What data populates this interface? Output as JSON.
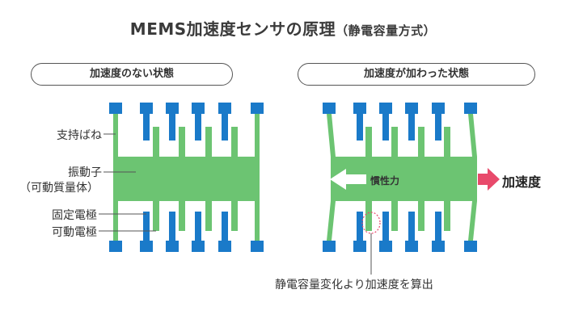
{
  "title": {
    "main": "MEMS加速度センサの原理",
    "sub": "（静電容量方式）"
  },
  "panels": {
    "left_title": "加速度のない状態",
    "right_title": "加速度が加わった状態"
  },
  "labels": {
    "spring": "支持ばね",
    "mass_line1": "振動子",
    "mass_line2": "（可動質量体）",
    "fixed_electrode": "固定電極",
    "movable_electrode": "可動電極",
    "inertia": "慣性力",
    "acceleration": "加速度",
    "caption": "静電容量変化より加速度を算出"
  },
  "colors": {
    "fixed_blue": "#1a7ac9",
    "mass_green": "#6cc472",
    "accel_pink": "#e84a6b",
    "text": "#333333"
  }
}
